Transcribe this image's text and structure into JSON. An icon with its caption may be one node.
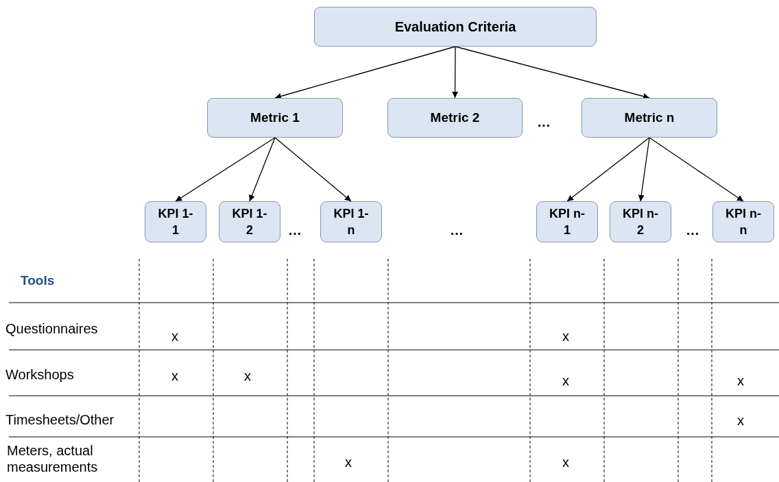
{
  "diagram": {
    "nodes": [
      {
        "text": [
          "Evaluation Criteria"
        ]
      },
      {
        "text": [
          "Metric 1"
        ]
      },
      {
        "text": [
          "Metric 2"
        ]
      },
      {
        "text": [
          "Metric n"
        ]
      },
      {
        "text": [
          "KPI 1-1"
        ]
      },
      {
        "text": [
          "KPI 1-2"
        ]
      },
      {
        "text": [
          "KPI 1-n"
        ]
      },
      {
        "text": [
          "KPI n-1"
        ]
      },
      {
        "text": [
          "KPI n-2"
        ]
      },
      {
        "text": [
          "KPI n-n"
        ]
      }
    ],
    "edges": [
      {
        "from": 0,
        "to": 1,
        "arrow": "to"
      },
      {
        "from": 0,
        "to": 2,
        "arrow": "to"
      },
      {
        "from": 0,
        "to": 3,
        "arrow": "to"
      },
      {
        "from": 1,
        "to": 4,
        "arrow": "to"
      },
      {
        "from": 1,
        "to": 5,
        "arrow": "to"
      },
      {
        "from": 1,
        "to": 6,
        "arrow": "to"
      },
      {
        "from": 3,
        "to": 7,
        "arrow": "to"
      },
      {
        "from": 3,
        "to": 8,
        "arrow": "to"
      },
      {
        "from": 3,
        "to": 9,
        "arrow": "to"
      }
    ],
    "labels": [
      "…",
      "…",
      "…",
      "…",
      "Tools",
      "Questionnaires",
      "x",
      "x",
      "Workshops",
      "x",
      "x",
      "x",
      "x",
      "Timesheets/Other",
      "x",
      "Meters, actual measurements",
      "x",
      "x"
    ]
  }
}
